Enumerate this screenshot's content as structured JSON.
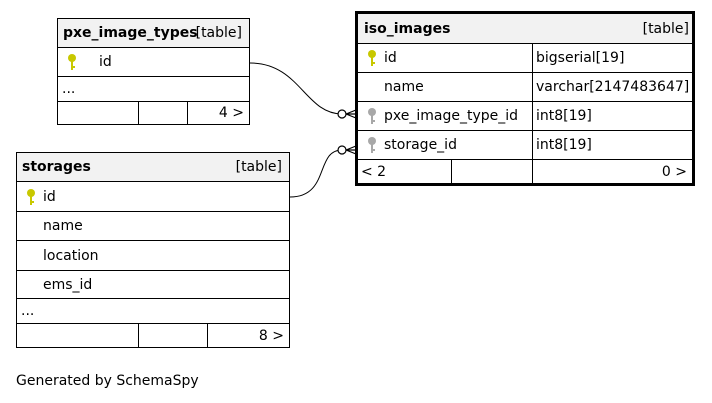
{
  "colors": {
    "primary_key": "#c8c800",
    "foreign_key": "#a8a8a8",
    "header_bg": "#f2f2f2"
  },
  "tables": {
    "pxe_image_types": {
      "name": "pxe_image_types",
      "kind": "[table]",
      "columns": [
        {
          "name": "id",
          "key": "primary-key-icon"
        }
      ],
      "ellipsis": "...",
      "children_count": "4 >"
    },
    "storages": {
      "name": "storages",
      "kind": "[table]",
      "columns": [
        {
          "name": "id",
          "key": "primary-key-icon"
        },
        {
          "name": "name"
        },
        {
          "name": "location"
        },
        {
          "name": "ems_id"
        }
      ],
      "ellipsis": "...",
      "children_count": "8 >"
    },
    "iso_images": {
      "name": "iso_images",
      "kind": "[table]",
      "columns": [
        {
          "name": "id",
          "type": "bigserial[19]",
          "key": "primary-key-icon"
        },
        {
          "name": "name",
          "type": "varchar[2147483647]"
        },
        {
          "name": "pxe_image_type_id",
          "type": "int8[19]",
          "key": "foreign-key-icon"
        },
        {
          "name": "storage_id",
          "type": "int8[19]",
          "key": "foreign-key-icon"
        }
      ],
      "parents_count": "< 2",
      "children_count": "0 >"
    }
  },
  "footer": "Generated by SchemaSpy"
}
